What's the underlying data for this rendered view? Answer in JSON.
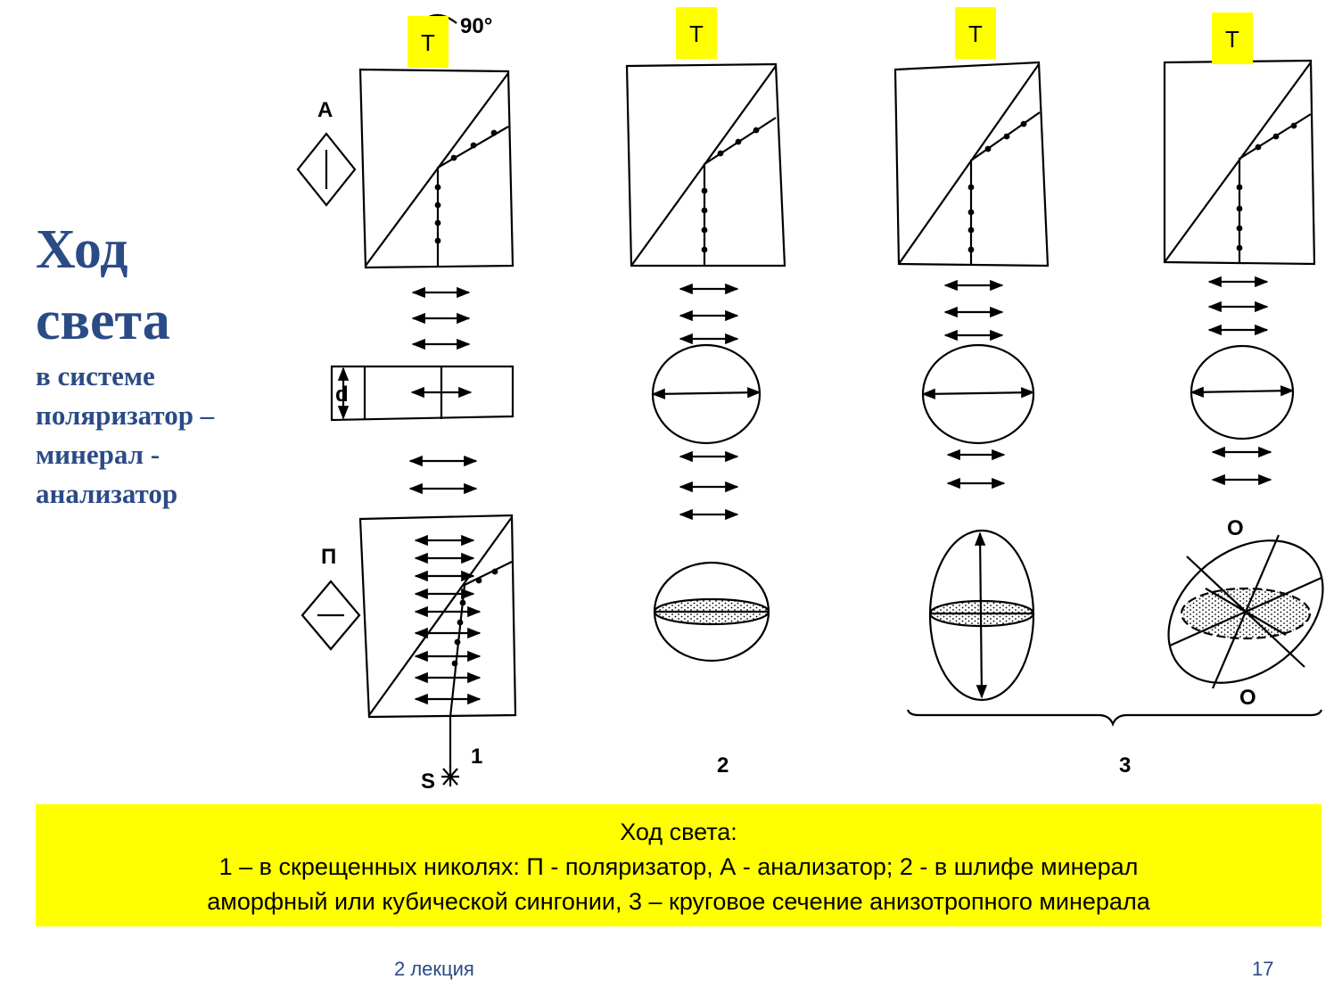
{
  "title": {
    "line1": "Ход",
    "line2": "света",
    "line3": "в системе",
    "line4": "поляризатор –",
    "line5": "минерал -",
    "line6": "анализатор"
  },
  "diagram": {
    "t_label": "Т",
    "angle_label": "90°",
    "analyzer_label": "А",
    "polarizer_label": "П",
    "thickness_label": "d",
    "source_label": "S",
    "optic_axis_label": "О",
    "panel_numbers": [
      "1",
      "2",
      "3"
    ]
  },
  "caption": {
    "line1": "Ход света:",
    "line2": "1 – в скрещенных николях: П - поляризатор, А - анализатор; 2 - в шлифе минерал",
    "line3": "аморфный или кубической сингонии, 3 – круговое сечение анизотропного минерала"
  },
  "footer": {
    "lecture": "2 лекция",
    "page": "17"
  },
  "colors": {
    "title": "#2b4b86",
    "highlight": "#ffff00"
  }
}
